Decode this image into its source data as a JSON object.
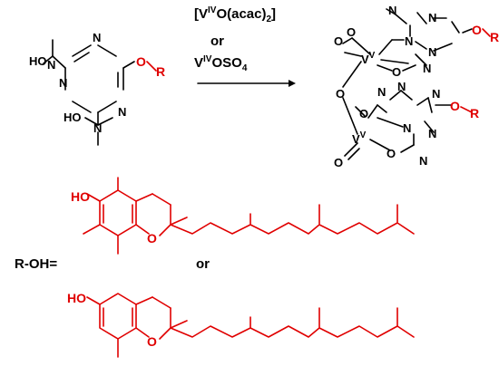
{
  "reagents": {
    "reagent1": {
      "prefix": "[V",
      "ox": "IV",
      "suffix": "O(acac)",
      "sub": "2",
      "close": "]"
    },
    "or_between": "or",
    "reagent2": {
      "prefix": "V",
      "ox": "IV",
      "suffix": "OSO",
      "sub": "4"
    }
  },
  "atoms": {
    "O": "O",
    "N": "N",
    "R": "R",
    "V": "V",
    "V_ox": "V",
    "HO": "HO",
    "HO_minus": "HO"
  },
  "roh_label": "R-OH=",
  "or_between_tocopherols": "or",
  "colors": {
    "structure": "#000000",
    "substituent": "#e00000"
  }
}
